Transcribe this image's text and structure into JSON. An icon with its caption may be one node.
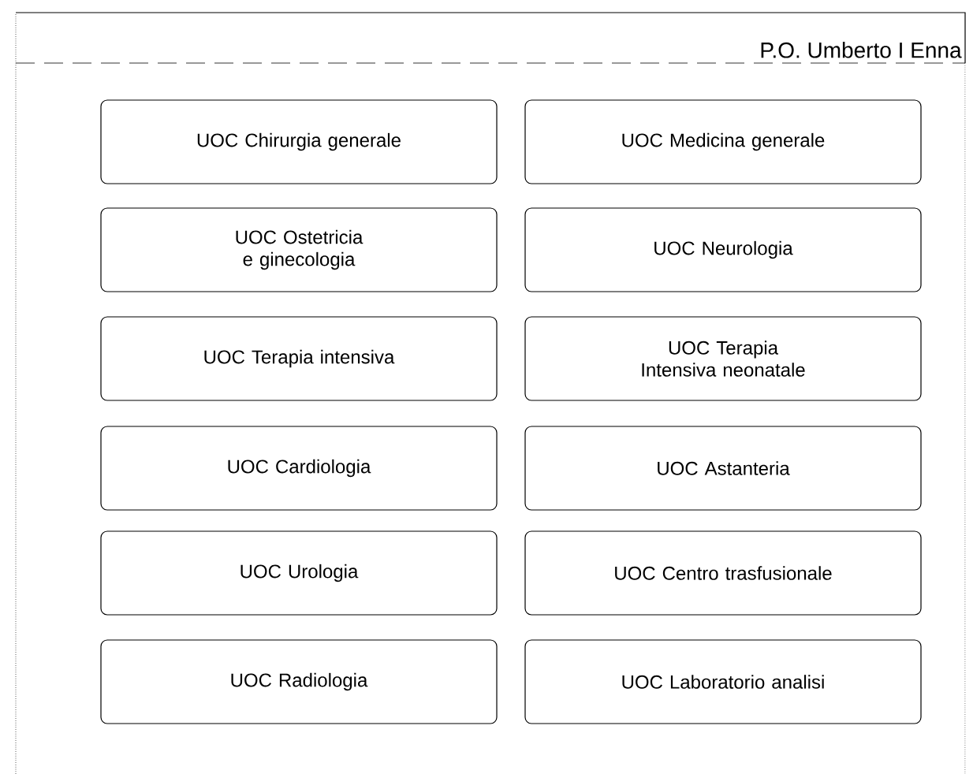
{
  "diagram": {
    "nodes": [
      {
        "text": [
          "P.O. Umberto I Enna"
        ]
      },
      {
        "text": [
          "UOC Chirurgia generale"
        ],
        "in": 0
      },
      {
        "text": [
          "UOC Medicina generale"
        ],
        "in": 0
      },
      {
        "text": [
          "UOC Ostetricia e ginecologia"
        ],
        "in": 0
      },
      {
        "text": [
          "UOC Neurologia"
        ],
        "in": 0
      },
      {
        "text": [
          "UOC Terapia intensiva"
        ],
        "in": 0
      },
      {
        "text": [
          "UOC Terapia Intensiva neonatale"
        ],
        "in": 0
      },
      {
        "text": [
          "UOC Cardiologia"
        ],
        "in": 0
      },
      {
        "text": [
          "UOC Astanteria"
        ],
        "in": 0
      },
      {
        "text": [
          "UOC Urologia"
        ],
        "in": 0
      },
      {
        "text": [
          "UOC Centro trasfusionale"
        ],
        "in": 0
      },
      {
        "text": [
          "UOC Radiologia"
        ],
        "in": 0
      },
      {
        "text": [
          "UOC Laboratorio analisi"
        ],
        "in": 0
      }
    ]
  }
}
